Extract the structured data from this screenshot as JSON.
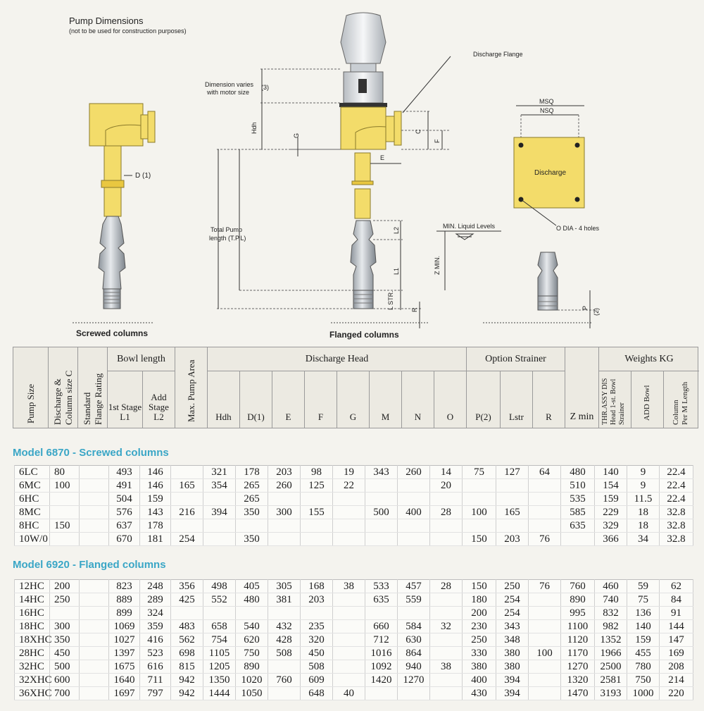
{
  "diagram": {
    "title": "Pump Dimensions",
    "subtitle": "(not to be used for construction purposes)",
    "caption_screwed": "Screwed columns",
    "caption_flanged": "Flanged columns",
    "label_d1": "D (1)",
    "label_dim_varies_1": "Dimension varies",
    "label_dim_varies_2": "with motor size",
    "label_3": "(3)",
    "label_hdh": "Hdh",
    "label_g": "G",
    "label_total_1": "Total Pump",
    "label_total_2": "length (T.P.L)",
    "label_discharge_flange": "Discharge Flange",
    "label_c": "C",
    "label_f": "F",
    "label_e": "E",
    "label_l2": "L2",
    "label_l1": "L1",
    "label_lstr": "L STR.",
    "label_r": "R",
    "label_min_liquid": "MIN. Liquid Levels",
    "label_zmin": "Z MIN.",
    "label_msq": "MSQ",
    "label_nsq": "NSQ",
    "label_discharge": "Discharge",
    "label_odia": "O DIA - 4 holes",
    "label_p": "P",
    "label_p2": "(2)"
  },
  "header": {
    "pump_size": "Pump Size",
    "discharge_1": "Discharge &",
    "discharge_2": "Column size C",
    "standard_1": "Standard",
    "standard_2": "Flange Rating",
    "bowl_length": "Bowl length",
    "first_stage": "1st Stage L1",
    "add_stage": "Add Stage L2",
    "max_pump_area": "Max. Pump Area",
    "discharge_head": "Discharge Head",
    "dh_cols": [
      "Hdh",
      "D(1)",
      "E",
      "F",
      "G",
      "M",
      "N",
      "O"
    ],
    "option_strainer": "Option Strainer",
    "os_cols": [
      "P(2)",
      "Lstr",
      "R"
    ],
    "zmin": "Z min",
    "weights": "Weights KG",
    "w1_1": "THR.ASSY DIS",
    "w1_2": "Head 1-st. Bowl",
    "w1_3": "Strainer",
    "w2": "ADD Bowl",
    "w3_1": "Column",
    "w3_2": "Per M Length"
  },
  "model_6870": {
    "title": "Model 6870 - Screwed columns",
    "rows": [
      [
        "6LC",
        "80",
        "",
        "493",
        "146",
        "",
        "321",
        "178",
        "203",
        "98",
        "19",
        "343",
        "260",
        "14",
        "75",
        "127",
        "64",
        "480",
        "140",
        "9",
        "22.4"
      ],
      [
        "6MC",
        "100",
        "",
        "491",
        "146",
        "165",
        "354",
        "265",
        "260",
        "125",
        "22",
        "",
        "",
        "20",
        "",
        "",
        "",
        "510",
        "154",
        "9",
        "22.4"
      ],
      [
        "6HC",
        "",
        "",
        "504",
        "159",
        "",
        "",
        "265",
        "",
        "",
        "",
        "",
        "",
        "",
        "",
        "",
        "",
        "535",
        "159",
        "11.5",
        "22.4"
      ],
      [
        "8MC",
        "",
        "",
        "576",
        "143",
        "216",
        "394",
        "350",
        "300",
        "155",
        "",
        "500",
        "400",
        "28",
        "100",
        "165",
        "",
        "585",
        "229",
        "18",
        "32.8"
      ],
      [
        "8HC",
        "150",
        "",
        "637",
        "178",
        "",
        "",
        "",
        "",
        "",
        "",
        "",
        "",
        "",
        "",
        "",
        "",
        "635",
        "329",
        "18",
        "32.8"
      ],
      [
        "10W/0",
        "",
        "",
        "670",
        "181",
        "254",
        "",
        "350",
        "",
        "",
        "",
        "",
        "",
        "",
        "150",
        "203",
        "76",
        "",
        "366",
        "34",
        "32.8"
      ]
    ]
  },
  "model_6920": {
    "title": "Model 6920 - Flanged columns",
    "rows": [
      [
        "12HC",
        "200",
        "",
        "823",
        "248",
        "356",
        "498",
        "405",
        "305",
        "168",
        "38",
        "533",
        "457",
        "28",
        "150",
        "250",
        "76",
        "760",
        "460",
        "59",
        "62"
      ],
      [
        "14HC",
        "250",
        "",
        "889",
        "289",
        "425",
        "552",
        "480",
        "381",
        "203",
        "",
        "635",
        "559",
        "",
        "180",
        "254",
        "",
        "890",
        "740",
        "75",
        "84"
      ],
      [
        "16HC",
        "",
        "",
        "899",
        "324",
        "",
        "",
        "",
        "",
        "",
        "",
        "",
        "",
        "",
        "200",
        "254",
        "",
        "995",
        "832",
        "136",
        "91"
      ],
      [
        "18HC",
        "300",
        "",
        "1069",
        "359",
        "483",
        "658",
        "540",
        "432",
        "235",
        "",
        "660",
        "584",
        "32",
        "230",
        "343",
        "",
        "1100",
        "982",
        "140",
        "144"
      ],
      [
        "18XHC",
        "350",
        "",
        "1027",
        "416",
        "562",
        "754",
        "620",
        "428",
        "320",
        "",
        "712",
        "630",
        "",
        "250",
        "348",
        "",
        "1120",
        "1352",
        "159",
        "147"
      ],
      [
        "28HC",
        "450",
        "",
        "1397",
        "523",
        "698",
        "1105",
        "750",
        "508",
        "450",
        "",
        "1016",
        "864",
        "",
        "330",
        "380",
        "100",
        "1170",
        "1966",
        "455",
        "169"
      ],
      [
        "32HC",
        "500",
        "",
        "1675",
        "616",
        "815",
        "1205",
        "890",
        "",
        "508",
        "",
        "1092",
        "940",
        "38",
        "380",
        "380",
        "",
        "1270",
        "2500",
        "780",
        "208"
      ],
      [
        "32XHC",
        "600",
        "",
        "1640",
        "711",
        "942",
        "1350",
        "1020",
        "760",
        "609",
        "",
        "1420",
        "1270",
        "",
        "400",
        "394",
        "",
        "1320",
        "2581",
        "750",
        "214"
      ],
      [
        "36XHC",
        "700",
        "",
        "1697",
        "797",
        "942",
        "1444",
        "1050",
        "",
        "648",
        "40",
        "",
        "",
        "",
        "430",
        "394",
        "",
        "1470",
        "3193",
        "1000",
        "220"
      ]
    ]
  },
  "colors": {
    "accent": "#3aa6c6",
    "pump_yellow": "#f3dc6a",
    "pump_gray": "#c9ced3"
  }
}
